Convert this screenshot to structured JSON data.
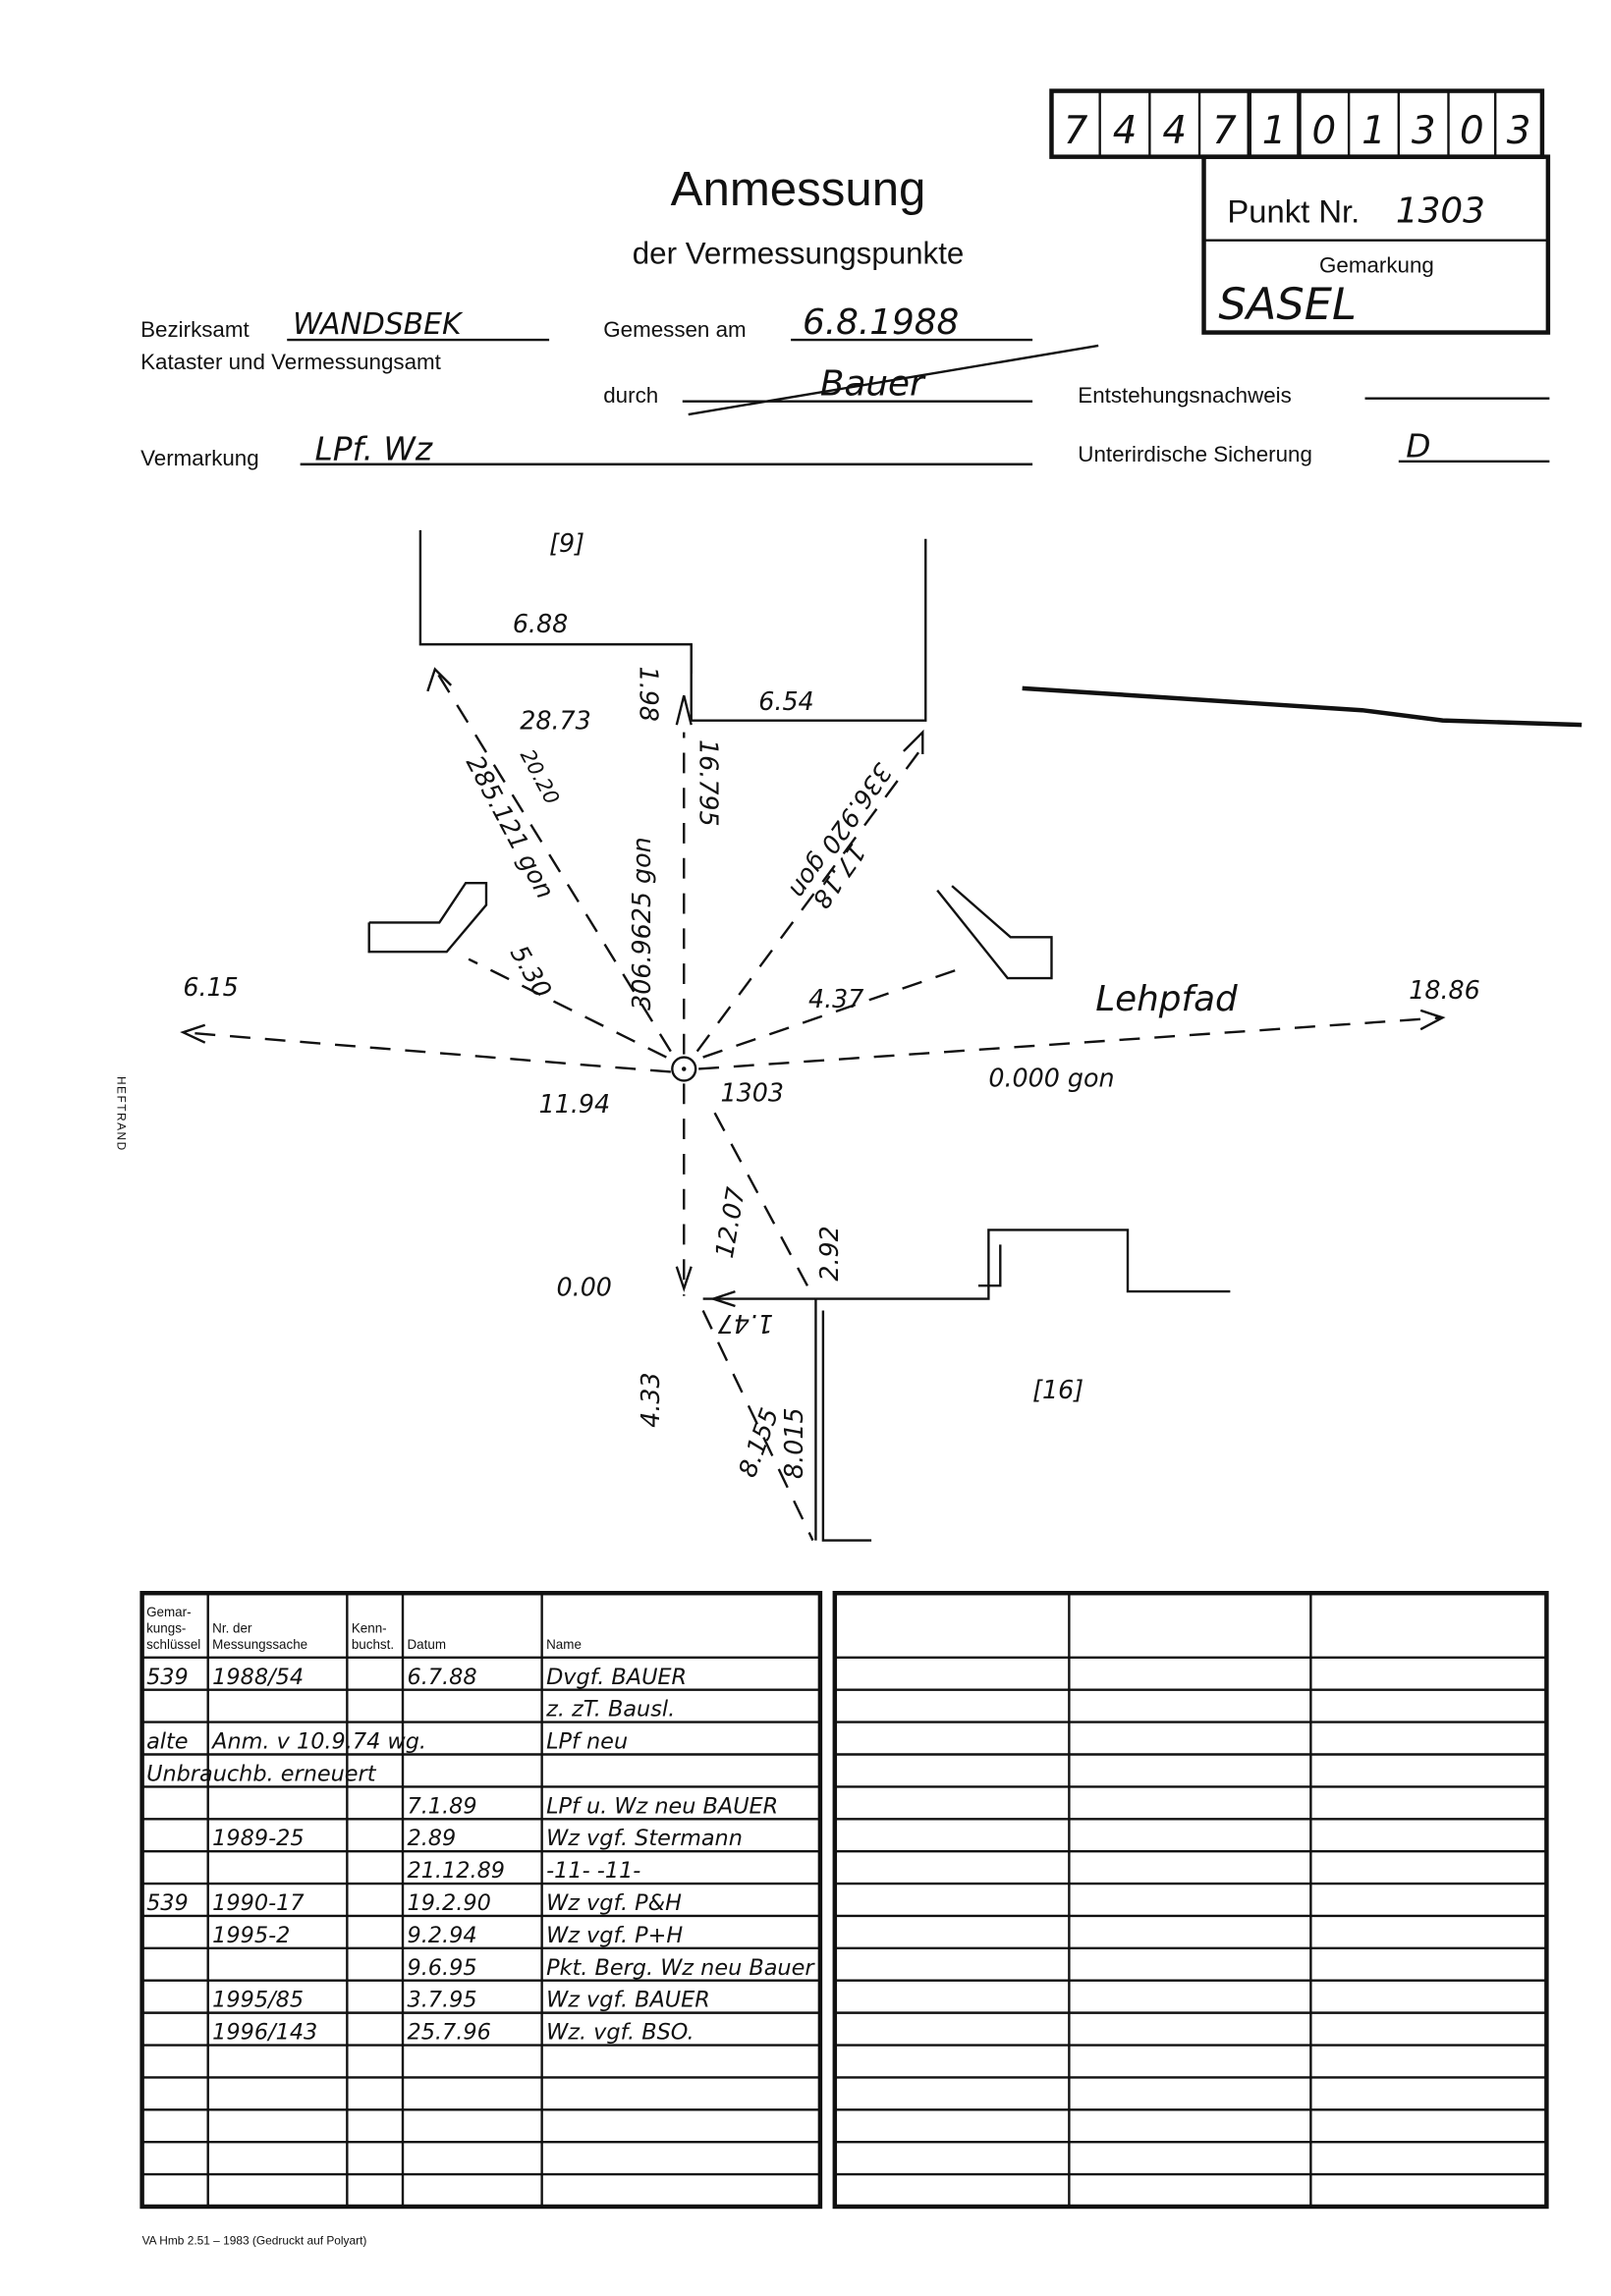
{
  "header": {
    "code_digits": [
      "7",
      "4",
      "4",
      "7",
      "1",
      "0",
      "1",
      "3",
      "0",
      "3"
    ],
    "title": "Anmessung",
    "subtitle": "der Vermessungspunkte",
    "punkt_label": "Punkt Nr.",
    "punkt_value": "1303",
    "gemarkung_label": "Gemarkung",
    "gemarkung_value": "SASEL",
    "bezirksamt_label": "Bezirksamt",
    "bezirksamt_value": "WANDSBEK",
    "kataster_label": "Kataster und Vermessungsamt",
    "gemessen_label": "Gemessen am",
    "gemessen_value": "6.8.1988",
    "durch_label": "durch",
    "durch_value": "Bauer",
    "entstehung_label": "Entstehungsnachweis",
    "vermarkung_label": "Vermarkung",
    "vermarkung_value": "LPf. Wz",
    "sicherung_label": "Unterirdische Sicherung",
    "sicherung_value": "D"
  },
  "margin_text": "HEFTRAND",
  "diagram": {
    "labels": [
      "[9]",
      "6.88",
      "28.73",
      "1.98",
      "6.54",
      "285.121 gon",
      "20.20",
      "306.9625 gon",
      "16.795",
      "336.920 gon",
      "17.18",
      "5.30",
      "4.37",
      "6.15",
      "Lehpfad",
      "18.86",
      "0.000 gon",
      "11.94",
      "1303",
      "12.07",
      "2.92",
      "0.00",
      "1.47",
      "4.33",
      "8.155",
      "8.015",
      "[16]"
    ]
  },
  "table": {
    "headers": [
      "Gemar-\nkungs-\nschlüssel",
      "Nr. der\nMessungssache",
      "Kenn-\nbuchst.",
      "Datum",
      "Name"
    ],
    "rows": [
      [
        "539",
        "1988/54",
        "",
        "6.7.88",
        "Dvgf. BAUER"
      ],
      [
        "",
        "",
        "",
        "",
        "z. zT. Bausl."
      ],
      [
        "alte",
        "Anm. v 10.9.74 wg.",
        "",
        "",
        "LPf neu"
      ],
      [
        "Unbrauchb. erneuert",
        "",
        "",
        "",
        ""
      ],
      [
        "",
        "",
        "",
        "7.1.89",
        "LPf u. Wz neu BAUER"
      ],
      [
        "",
        "1989-25",
        "",
        "2.89",
        "Wz vgf. Stermann"
      ],
      [
        "",
        "",
        "",
        "21.12.89",
        "-11-   -11-"
      ],
      [
        "539",
        "1990-17",
        "",
        "19.2.90",
        "Wz vgf.  P&H"
      ],
      [
        "",
        "1995-2",
        "",
        "9.2.94",
        "Wz vgf.  P+H"
      ],
      [
        "",
        "",
        "",
        "9.6.95",
        "Pkt. Berg. Wz neu Bauer"
      ],
      [
        "",
        "1995/85",
        "",
        "3.7.95",
        "Wz vgf. BAUER"
      ],
      [
        "",
        "1996/143",
        "",
        "25.7.96",
        "Wz. vgf. BSO."
      ],
      [
        "",
        "",
        "",
        "",
        ""
      ],
      [
        "",
        "",
        "",
        "",
        ""
      ],
      [
        "",
        "",
        "",
        "",
        ""
      ],
      [
        "",
        "",
        "",
        "",
        ""
      ],
      [
        "",
        "",
        "",
        "",
        ""
      ]
    ]
  },
  "footer": "VA Hmb 2.51 – 1983 (Gedruckt auf Polyart)"
}
